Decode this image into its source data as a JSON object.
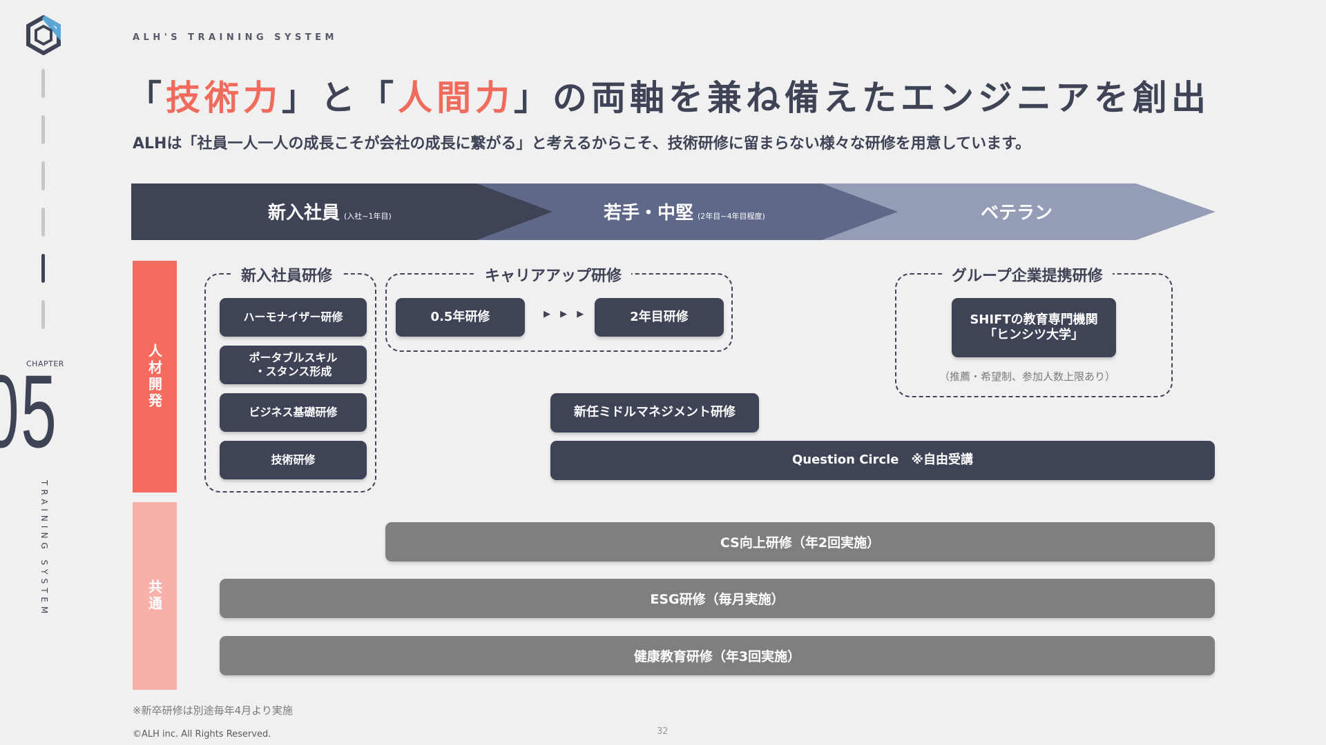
{
  "rail": {
    "chapter_label": "CHAPTER",
    "chapter_number": "05",
    "vertical_text": "TRAINING SYSTEM"
  },
  "header": {
    "eyebrow": "ALH'S TRAINING SYSTEM",
    "headline": {
      "open1": "「",
      "accent1": "技術力",
      "mid1": "」と「",
      "accent2": "人間力",
      "rest": "」の両軸を兼ね備えたエンジニアを創出"
    },
    "subline": "ALHは「社員一人一人の成長こそが会社の成長に繋がる」と考えるからこそ、技術研修に留まらない様々な研修を用意しています。"
  },
  "stages": [
    {
      "label": "新入社員",
      "note": "(入社~1年目)",
      "color": "#3e4356"
    },
    {
      "label": "若手・中堅",
      "note": "(2年目~4年目程度)",
      "color": "#5f6888"
    },
    {
      "label": "ベテラン",
      "note": "",
      "color": "#959cb5"
    }
  ],
  "categories": {
    "dev": "人材開発",
    "common": "共通"
  },
  "groups": {
    "new_hire": {
      "title": "新入社員研修",
      "items": [
        "ハーモナイザー研修",
        "ポータブルスキル\n・スタンス形成",
        "ビジネス基礎研修",
        "技術研修"
      ]
    },
    "career_up": {
      "title": "キャリアアップ研修",
      "items": [
        "0.5年研修",
        "2年目研修"
      ],
      "connector": "▶ ▶ ▶"
    },
    "group_partner": {
      "title": "グループ企業提携研修",
      "item": "SHIFTの教育専門機関\n「ヒンシツ大学」",
      "note": "（推薦・希望制、参加人数上限あり）"
    }
  },
  "dev_extra": {
    "middle_mgmt": "新任ミドルマネジメント研修",
    "question_circle": "Question Circle　※自由受講"
  },
  "common_items": [
    "CS向上研修（年2回実施）",
    "ESG研修（毎月実施）",
    "健康教育研修（年3回実施）"
  ],
  "footnote": "※新卒研修は別途毎年4月より実施",
  "copyright": "©ALH inc. All Rights Reserved.",
  "page_number": "32",
  "colors": {
    "navy": "#3e4356",
    "accent": "#f06b5c",
    "dev_bar": "#f56c5f",
    "common_bar": "#fab0aa",
    "gray_bar": "#7f7f7f"
  }
}
